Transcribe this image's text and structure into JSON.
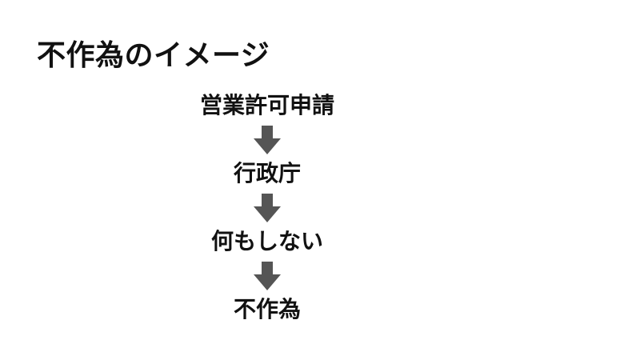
{
  "slide": {
    "title": "不作為のイメージ"
  },
  "flow": {
    "steps": [
      "営業許可申請",
      "行政庁",
      "何もしない",
      "不作為"
    ],
    "arrow_color": "#555555",
    "arrow_icon": "down-arrow-icon"
  }
}
